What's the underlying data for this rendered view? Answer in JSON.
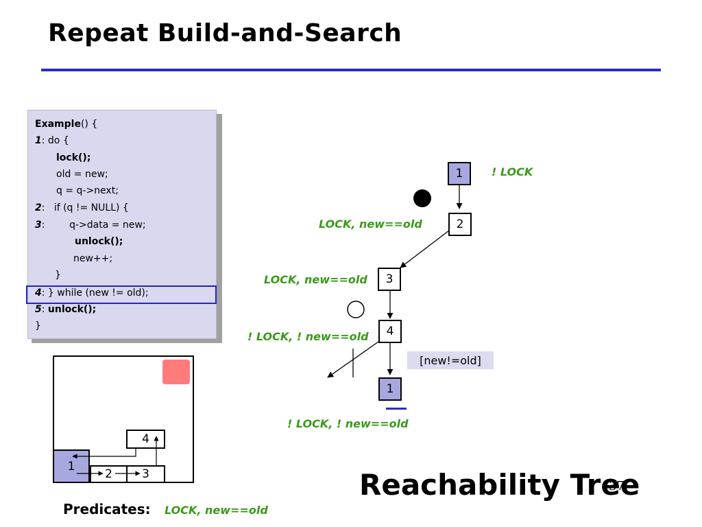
{
  "slide": {
    "title": "Repeat Build-and-Search",
    "page_number": "37",
    "tree_title": "Reachability Tree",
    "predicates_label": "Predicates:",
    "predicates_value": "LOCK, new==old"
  },
  "code": {
    "l1_name": "Example",
    "l1_rest": "() {",
    "l2_num": "1",
    "l2_rest": ": do {",
    "l3": "lock();",
    "l4": "old = new;",
    "l5": "q = q->next;",
    "l6_num": "2",
    "l6_rest": ":   if (q != NULL) {",
    "l7_num": "3",
    "l7_rest": ":        q->data = new;",
    "l8": "unlock();",
    "l9": "new++;",
    "l10": "}",
    "l11_num": "4",
    "l11_rest": ": } while (new != old);",
    "l12_num": "5",
    "l12_rest": ": ",
    "l12_bold": "unlock();",
    "l13": "}"
  },
  "tree": {
    "n1_top": "1",
    "n2": "2",
    "n3": "3",
    "n4": "4",
    "n1_bottom": "1",
    "label_n1": "! LOCK",
    "label_n2": "LOCK, new==old",
    "label_n3": "LOCK, new==old",
    "label_n4": "! LOCK, ! new==old",
    "label_n1_bottom": "! LOCK, ! new==old",
    "condition": "[new!=old]"
  },
  "abstract_graph": {
    "n1": "1",
    "n2": "2",
    "n3": "3",
    "n4": "4"
  },
  "colors": {
    "accent_blue": "#2b2bcc",
    "predicate_green": "#3a9a1a",
    "node_fill": "#a8a8e0",
    "error_red": "#ff7b7b"
  }
}
